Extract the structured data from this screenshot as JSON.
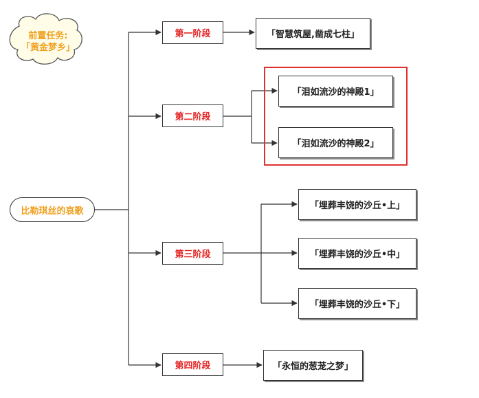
{
  "prerequisite": {
    "line1": "前置任务:",
    "line2": "「黄金梦乡」"
  },
  "root": {
    "label": "比勒琪丝的哀歌"
  },
  "stages": [
    {
      "label": "第一阶段",
      "tasks": [
        "「智慧筑屋,凿成七柱」"
      ]
    },
    {
      "label": "第二阶段",
      "tasks": [
        "「泪如流沙的神殿1」",
        "「泪如流沙的神殿2」"
      ],
      "highlighted": true
    },
    {
      "label": "第三阶段",
      "tasks": [
        "「埋葬丰饶的沙丘•上」",
        "「埋葬丰饶的沙丘•中」",
        "「埋葬丰饶的沙丘•下」"
      ]
    },
    {
      "label": "第四阶段",
      "tasks": [
        "「永恒的葱茏之梦」"
      ]
    }
  ],
  "colors": {
    "stage_text": "#e32222",
    "root_text": "#f0a020",
    "highlight_border": "#e03030",
    "line": "#333333"
  }
}
